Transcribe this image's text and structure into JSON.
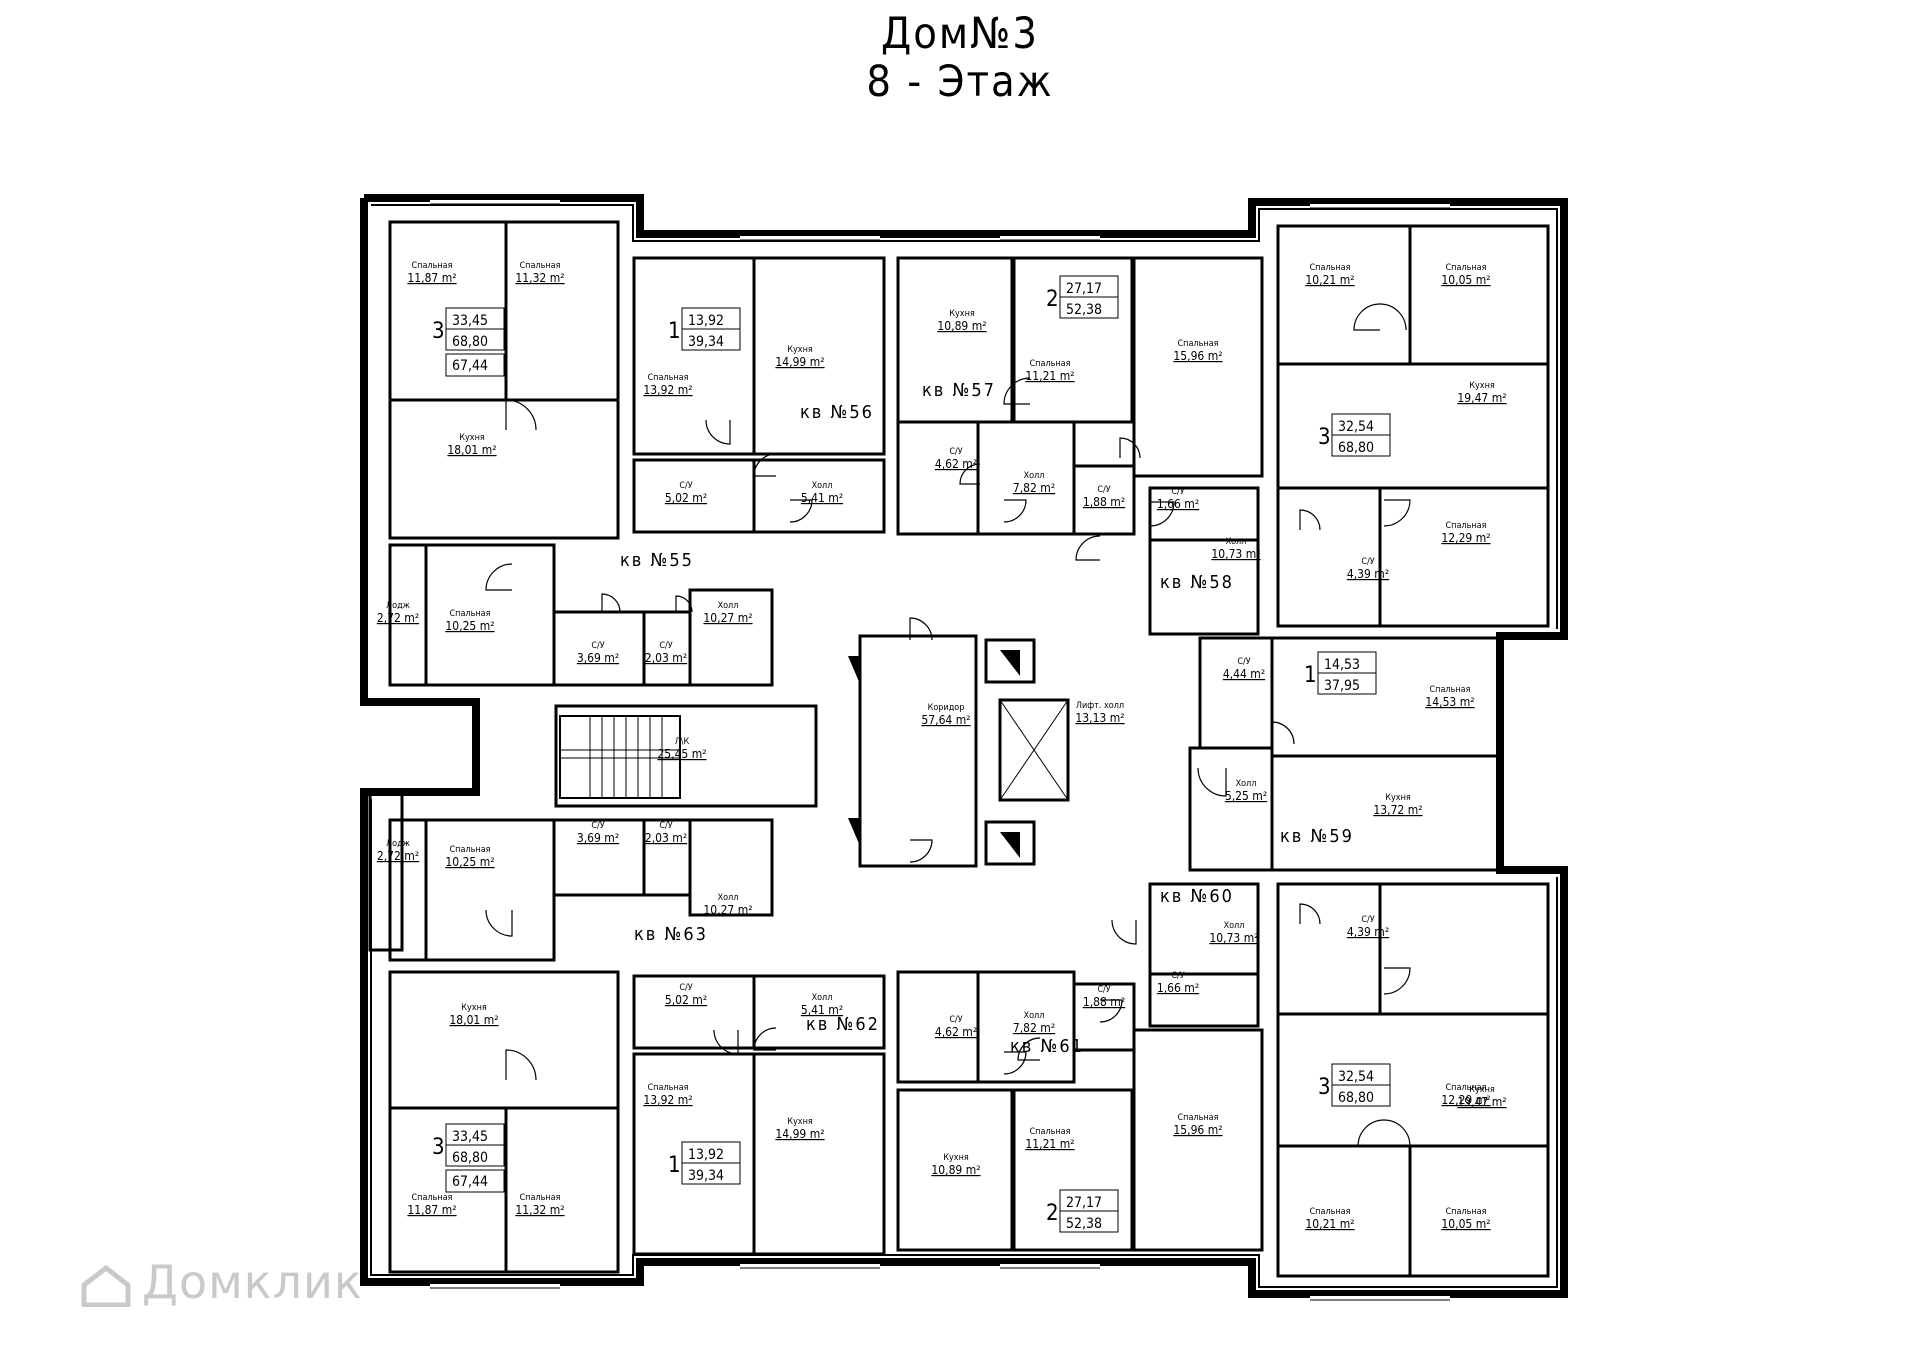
{
  "title": {
    "house": "Дом№3",
    "floor": "8 - Этаж"
  },
  "watermark": "Домклик",
  "apartments": [
    {
      "id": "55",
      "label": "кв №55",
      "rooms": "3",
      "living": "33,45",
      "total": "68,80",
      "total2": "67,44"
    },
    {
      "id": "56",
      "label": "кв №56",
      "rooms": "1",
      "living": "13,92",
      "total": "39,34"
    },
    {
      "id": "57",
      "label": "кв №57",
      "rooms": "2",
      "living": "27,17",
      "total": "52,38"
    },
    {
      "id": "58",
      "label": "кв №58",
      "rooms": "3",
      "living": "32,54",
      "total": "68,80"
    },
    {
      "id": "59",
      "label": "кв №59",
      "rooms": "1",
      "living": "14,53",
      "total": "37,95"
    },
    {
      "id": "60",
      "label": "кв №60",
      "rooms": "3",
      "living": "32,54",
      "total": "68,80"
    },
    {
      "id": "61",
      "label": "кв №61",
      "rooms": "2",
      "living": "27,17",
      "total": "52,38"
    },
    {
      "id": "62",
      "label": "кв №62",
      "rooms": "1",
      "living": "13,92",
      "total": "39,34"
    },
    {
      "id": "63",
      "label": "кв №63",
      "rooms": "3",
      "living": "33,45",
      "total": "68,80",
      "total2": "67,44"
    }
  ],
  "rooms": [
    {
      "name": "Спальная",
      "area": "11,87 m²"
    },
    {
      "name": "Спальная",
      "area": "11,32 m²"
    },
    {
      "name": "Кухня",
      "area": "18,01 m²"
    },
    {
      "name": "Лодж",
      "area": "2,72 m²"
    },
    {
      "name": "Спальная",
      "area": "10,25 m²"
    },
    {
      "name": "С/У",
      "area": "3,69 m²"
    },
    {
      "name": "С/У",
      "area": "2,03 m²"
    },
    {
      "name": "Холл",
      "area": "10,27 m²"
    },
    {
      "name": "Спальная",
      "area": "13,92 m²"
    },
    {
      "name": "Кухня",
      "area": "14,99 m²"
    },
    {
      "name": "С/У",
      "area": "5,02 m²"
    },
    {
      "name": "Холл",
      "area": "5,41 m²"
    },
    {
      "name": "Кухня",
      "area": "10,89 m²"
    },
    {
      "name": "Спальная",
      "area": "11,21 m²"
    },
    {
      "name": "Спальная",
      "area": "15,96 m²"
    },
    {
      "name": "С/У",
      "area": "4,62 m²"
    },
    {
      "name": "Холл",
      "area": "7,82 m²"
    },
    {
      "name": "С/У",
      "area": "1,88 m²"
    },
    {
      "name": "Спальная",
      "area": "10,21 m²"
    },
    {
      "name": "Спальная",
      "area": "10,05 m²"
    },
    {
      "name": "Кухня",
      "area": "19,47 m²"
    },
    {
      "name": "С/У",
      "area": "1,66 m²"
    },
    {
      "name": "Холл",
      "area": "10,73 m²"
    },
    {
      "name": "С/У",
      "area": "4,39 m²"
    },
    {
      "name": "Спальная",
      "area": "12,29 m²"
    },
    {
      "name": "С/У",
      "area": "4,44 m²"
    },
    {
      "name": "Спальная",
      "area": "14,53 m²"
    },
    {
      "name": "Холл",
      "area": "5,25 m²"
    },
    {
      "name": "Кухня",
      "area": "13,72 m²"
    },
    {
      "name": "Лифт. холл",
      "area": "13,13 m²"
    },
    {
      "name": "Коридор",
      "area": "57,64 m²"
    },
    {
      "name": "Л\\К",
      "area": "25,45 m²"
    },
    {
      "name": "Лодж",
      "area": "2,72 m²"
    },
    {
      "name": "Спальная",
      "area": "10,25 m²"
    },
    {
      "name": "С/У",
      "area": "3,69 m²"
    },
    {
      "name": "С/У",
      "area": "2,03 m²"
    },
    {
      "name": "Холл",
      "area": "10,27 m²"
    },
    {
      "name": "Кухня",
      "area": "18,01 m²"
    },
    {
      "name": "Спальная",
      "area": "11,87 m²"
    },
    {
      "name": "Спальная",
      "area": "11,32 m²"
    },
    {
      "name": "С/У",
      "area": "5,02 m²"
    },
    {
      "name": "Холл",
      "area": "5,41 m²"
    },
    {
      "name": "Спальная",
      "area": "13,92 m²"
    },
    {
      "name": "Кухня",
      "area": "14,99 m²"
    },
    {
      "name": "С/У",
      "area": "4,62 m²"
    },
    {
      "name": "Холл",
      "area": "7,82 m²"
    },
    {
      "name": "Кухня",
      "area": "10,89 m²"
    },
    {
      "name": "Спальная",
      "area": "11,21 m²"
    },
    {
      "name": "Спальная",
      "area": "15,96 m²"
    },
    {
      "name": "С/У",
      "area": "1,88 m²"
    },
    {
      "name": "С/У",
      "area": "1,66 m²"
    },
    {
      "name": "Холл",
      "area": "10,73 m²"
    },
    {
      "name": "С/У",
      "area": "4,39 m²"
    },
    {
      "name": "Спальная",
      "area": "12,29 m²"
    },
    {
      "name": "Кухня",
      "area": "19,47 m²"
    },
    {
      "name": "Спальная",
      "area": "10,21 m²"
    },
    {
      "name": "Спальная",
      "area": "10,05 m²"
    }
  ]
}
